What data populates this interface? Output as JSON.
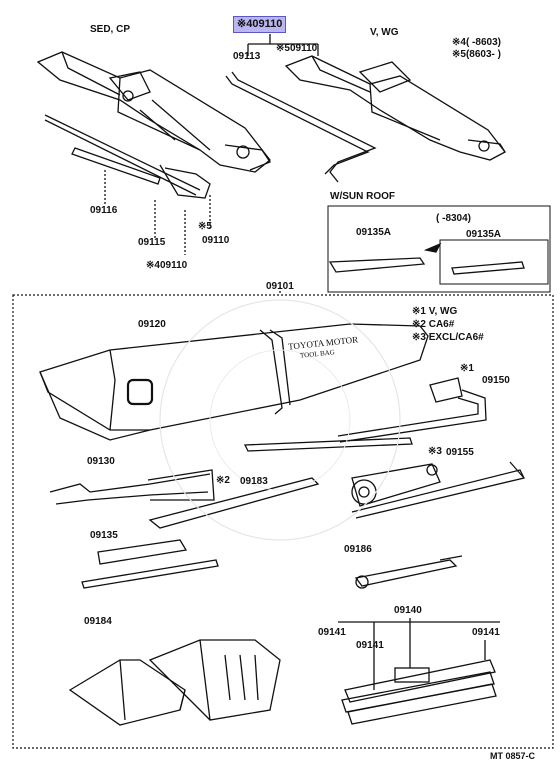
{
  "headers": {
    "sed_cp": "SED, CP",
    "v_wg": "V, WG",
    "note4": "※4(      -8603)",
    "note5": "※5(8603-        )",
    "sun_roof": "W/SUN  ROOF",
    "sun_range": "(      -8304)"
  },
  "highlight": {
    "text": "※409110",
    "color": "#b9b6f2"
  },
  "labels": {
    "p09113": "09113",
    "p5_09110_top": "※509110",
    "p09116": "09116",
    "p09115": "09115",
    "p5_label": "※5",
    "p09110_left": "09110",
    "p4_09110_bottom": "※409110",
    "p09135A_left": "09135A",
    "p09135A_right": "09135A",
    "p09101": "09101",
    "p09120": "09120",
    "p09150": "09150",
    "p09130": "09130",
    "p09183": "09183",
    "p09155": "09155",
    "p09135": "09135",
    "p09186": "09186",
    "p09184": "09184",
    "p09140": "09140",
    "p09141_a": "09141",
    "p09141_b": "09141",
    "p09141_c": "09141",
    "m1": "※1",
    "m2": "※2",
    "m3": "※3"
  },
  "legend": {
    "l1": "※1 V, WG",
    "l2": "※2 CA6#",
    "l3": "※3 EXCL/CA6#"
  },
  "bag_text": {
    "line1": "TOYOTA MOTOR",
    "line2": "TOOL BAG"
  },
  "footer": "MT  0857-C"
}
